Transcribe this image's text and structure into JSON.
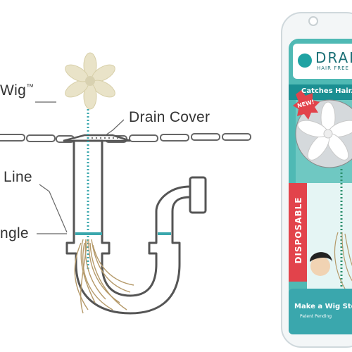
{
  "diagram": {
    "labels": {
      "product": "Wig",
      "trademark": "™",
      "drain_cover": "Drain Cover",
      "water_line": "Line",
      "angle": "ngle"
    }
  },
  "package": {
    "brand": "DRAI",
    "tagline_top": "HAIR FREE",
    "strapline": "Catches Hair. Pre",
    "new_badge": "NEW!",
    "disposable": "DISPOSABLE",
    "bottom_text": "Make a Wig Sto",
    "patent": "Patent Pending"
  },
  "colors": {
    "teal": "#3aa7ad",
    "pipe_outline": "#555555",
    "hair": "#b59a6a",
    "flower": "#e9e3c8",
    "package_teal": "#1fa3a3",
    "package_red": "#e2434b"
  }
}
